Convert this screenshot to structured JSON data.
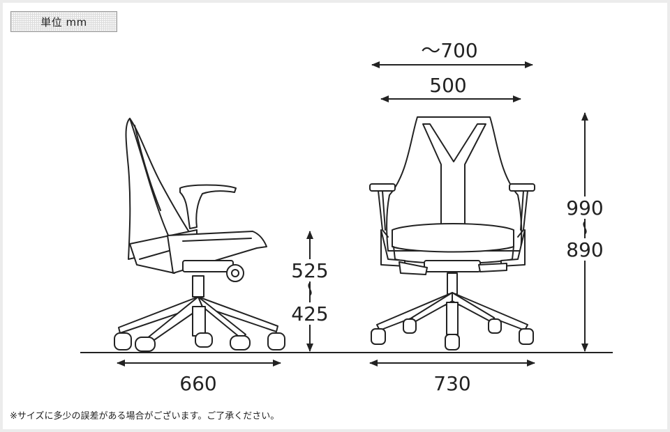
{
  "unit_label": "単位 mm",
  "note": "※サイズに多少の誤差がある場合がございます。ご了承ください。",
  "dimensions": {
    "side_depth": "660",
    "front_width": "730",
    "overall_width": "～700",
    "seat_width": "500",
    "seat_height_max": "525",
    "seat_height_min": "425",
    "overall_height_max": "990",
    "overall_height_min": "890"
  },
  "colors": {
    "line": "#222222",
    "background": "#ffffff",
    "frame": "#ececec"
  }
}
